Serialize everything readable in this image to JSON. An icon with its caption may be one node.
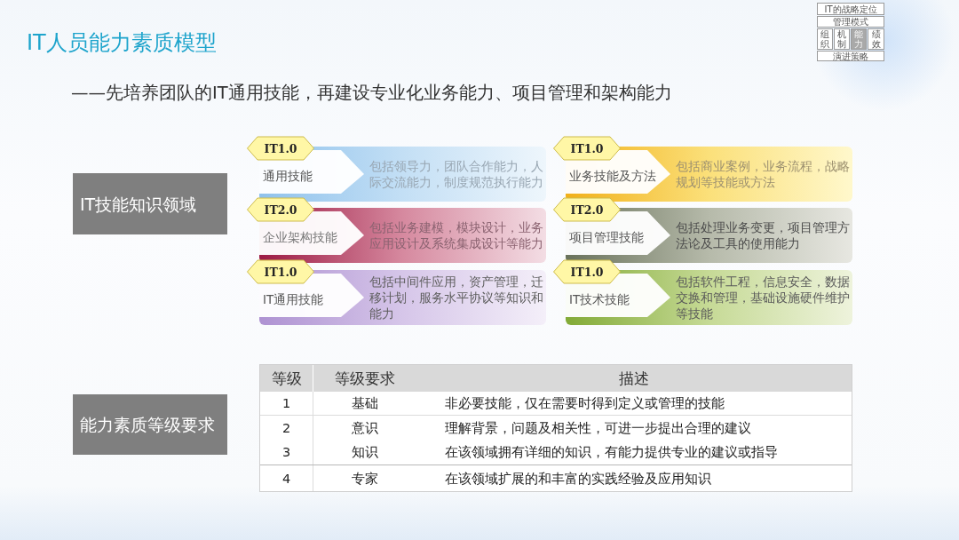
{
  "diagram": {
    "title": "IT人员能力素质模型",
    "nodes": [
      {
        "text": [
          "IT的战略定位"
        ]
      },
      {
        "text": [
          "管理模式"
        ]
      },
      {
        "text": [
          "组织"
        ]
      },
      {
        "text": [
          "机制"
        ]
      },
      {
        "text": [
          "能力"
        ]
      },
      {
        "text": [
          "绩效"
        ]
      },
      {
        "text": [
          "演进策略"
        ]
      },
      {
        "text": [
          "IT技能知识领域"
        ]
      },
      {
        "text": [
          "IT1.0"
        ]
      },
      {
        "text": [
          "通用技能",
          "包括领导力，团队合作能力，人际交流能力，制度规范执行能力"
        ]
      },
      {
        "text": [
          "IT1.0"
        ]
      },
      {
        "text": [
          "业务技能及方法",
          "包括商业案例，业务流程，战略规划等技能或方法"
        ]
      },
      {
        "text": [
          "IT2.0"
        ]
      },
      {
        "text": [
          "企业架构技能",
          "包括业务建模，模块设计，业务应用设计及系统集成设计等能力"
        ]
      },
      {
        "text": [
          "IT2.0"
        ]
      },
      {
        "text": [
          "项目管理技能",
          "包括处理业务变更，项目管理方法论及工具的使用能力"
        ]
      },
      {
        "text": [
          "IT1.0"
        ]
      },
      {
        "text": [
          "IT通用技能",
          "包括中间件应用，资产管理，迁移计划，服务水平协议等知识和能力"
        ]
      },
      {
        "text": [
          "IT1.0"
        ]
      },
      {
        "text": [
          "IT技术技能",
          "包括软件工程，信息安全，数据交换和管理，基础设施硬件维护等技能"
        ]
      },
      {
        "text": [
          "能力素质等级要求"
        ]
      }
    ],
    "labels": [
      "——先培养团队的IT通用技能，再建设专业化业务能力、项目管理和架构能力",
      "等级",
      "等级要求",
      "描述",
      "1",
      "基础",
      "非必要技能，仅在需要时得到定义或管理的技能",
      "2",
      "意识",
      "理解背景，问题及相关性，可进一步提出合理的建议",
      "3",
      "知识",
      "在该领域拥有详细的知识，有能力提供专业的建议或指导",
      "4",
      "专家",
      "在该领域扩展的和丰富的实践经验及应用知识"
    ]
  }
}
